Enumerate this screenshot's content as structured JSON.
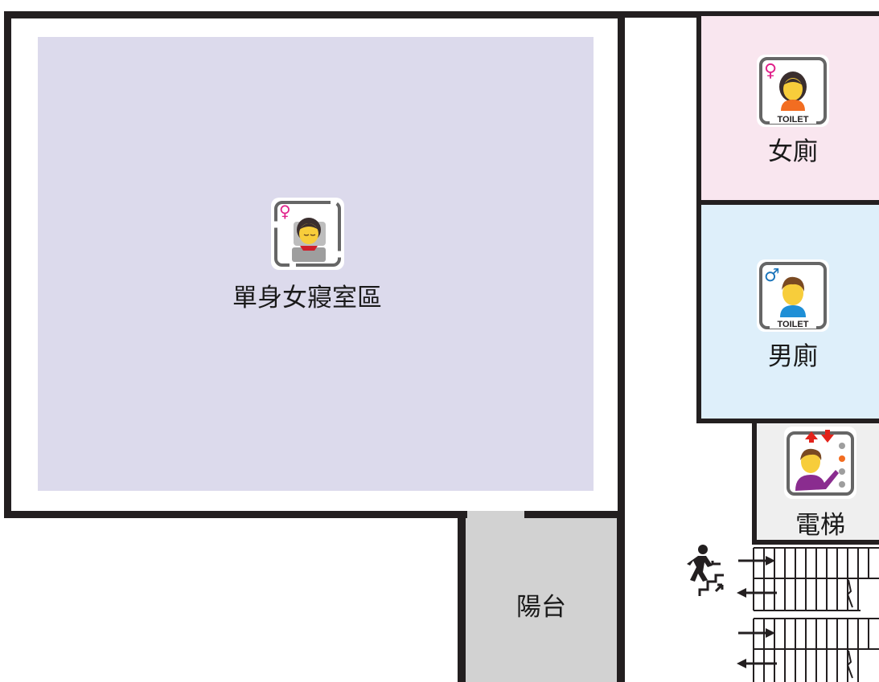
{
  "rooms": {
    "dorm": {
      "label": "單身女寢室區",
      "fill": "#dcdaec"
    },
    "womens_toilet": {
      "label": "女廁",
      "fill": "#f9e6ef",
      "sign_text": "TOILET"
    },
    "mens_toilet": {
      "label": "男廁",
      "fill": "#deeffa",
      "sign_text": "TOILET"
    },
    "elevator": {
      "label": "電梯",
      "fill": "#efefef"
    },
    "balcony": {
      "label": "陽台",
      "fill": "#d2d2d2"
    }
  },
  "colors": {
    "wall": "#231f20",
    "female_symbol": "#e0218a",
    "male_symbol": "#1b75bb",
    "arrow_red": "#e3231b"
  },
  "icons": [
    "female-dorm-icon",
    "female-toilet-icon",
    "male-toilet-icon",
    "elevator-icon",
    "stairs-icon"
  ]
}
